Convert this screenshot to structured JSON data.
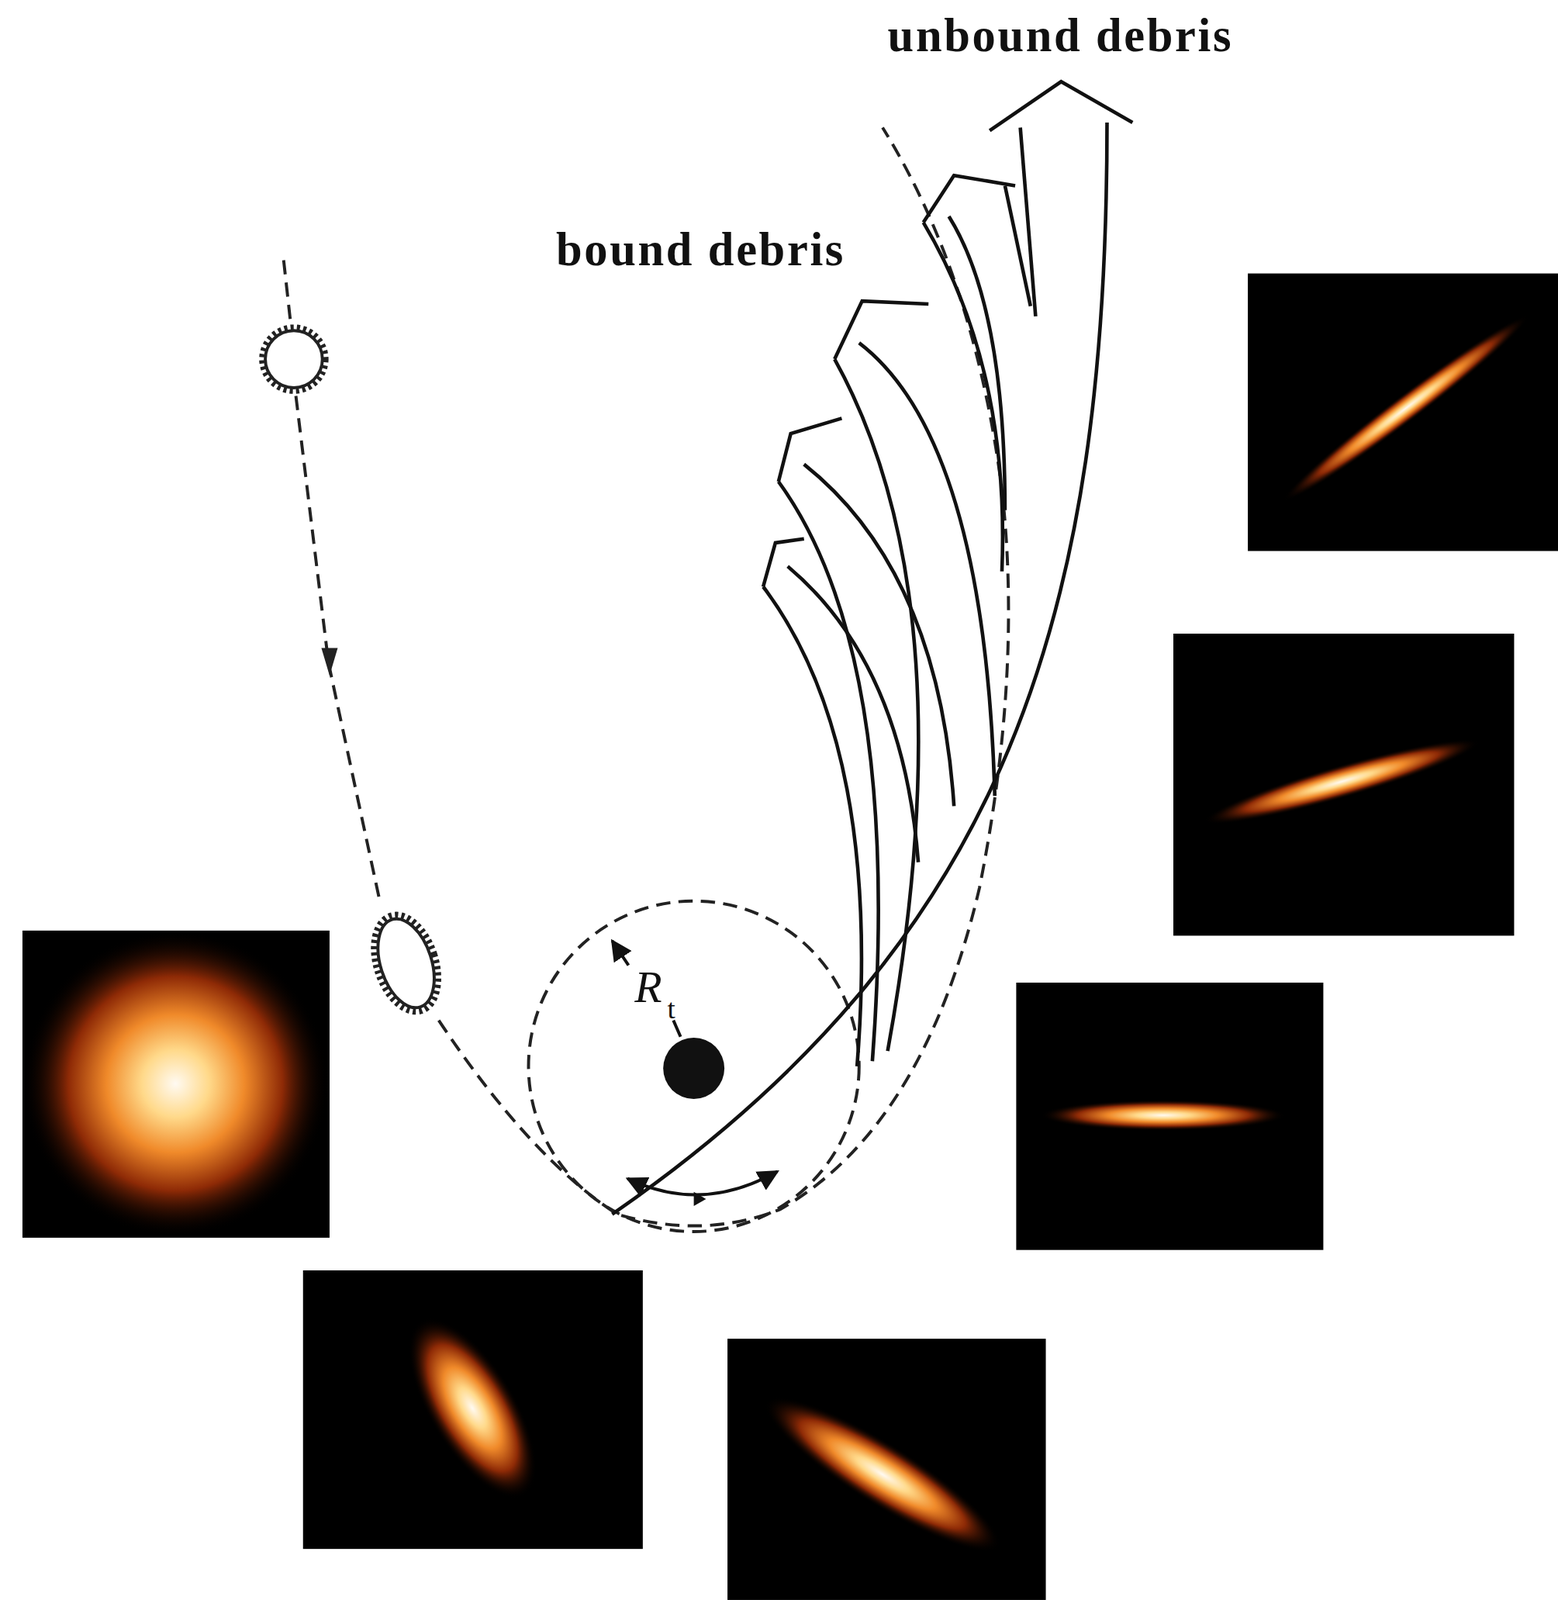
{
  "diagram": {
    "labels": [
      "unbound debris",
      "bound debris",
      "R",
      "t"
    ]
  }
}
